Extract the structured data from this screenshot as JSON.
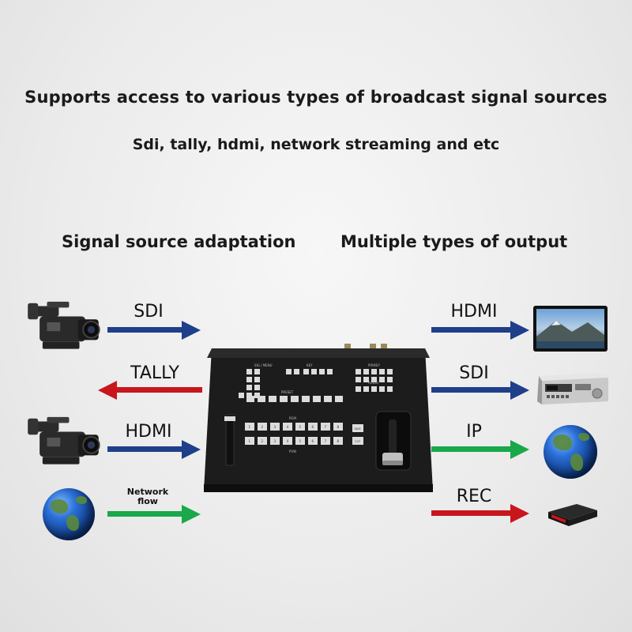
{
  "headline": "Supports access to various types of broadcast signal sources",
  "subheadline": "Sdi, tally, hdmi, network streaming and etc",
  "left_column_title": "Signal source adaptation",
  "right_column_title": "Multiple types of output",
  "inputs": [
    {
      "label": "SDI",
      "direction": "in",
      "color": "#1f3f8a",
      "icon": "camcorder-icon"
    },
    {
      "label": "TALLY",
      "direction": "out",
      "color": "#c8161d",
      "icon": "none"
    },
    {
      "label": "HDMI",
      "direction": "in",
      "color": "#1f3f8a",
      "icon": "camcorder-icon"
    },
    {
      "label": "Network\nflow",
      "direction": "in",
      "color": "#19a84a",
      "icon": "globe-icon"
    }
  ],
  "outputs": [
    {
      "label": "HDMI",
      "color": "#1f3f8a",
      "icon": "monitor-icon"
    },
    {
      "label": "SDI",
      "color": "#1f3f8a",
      "icon": "recorder-deck-icon"
    },
    {
      "label": "IP",
      "color": "#19a84a",
      "icon": "globe-icon"
    },
    {
      "label": "REC",
      "color": "#c8161d",
      "icon": "capture-box-icon"
    }
  ],
  "device": {
    "icon": "video-switcher-icon",
    "panel_labels": {
      "top_left": "SIG / MENU",
      "top_mid": "KEY",
      "top_right": "PIP/KEY",
      "mid_left": "PRESET",
      "mid_right": "AUDIO",
      "pgm": "PGM",
      "pvw": "PVW",
      "take": "TAKE",
      "cut": "CUT"
    },
    "pgm_buttons": [
      "1",
      "2",
      "3",
      "4",
      "5",
      "6",
      "7",
      "8"
    ],
    "pvw_buttons": [
      "1",
      "2",
      "3",
      "4",
      "5",
      "6",
      "7",
      "8"
    ]
  }
}
